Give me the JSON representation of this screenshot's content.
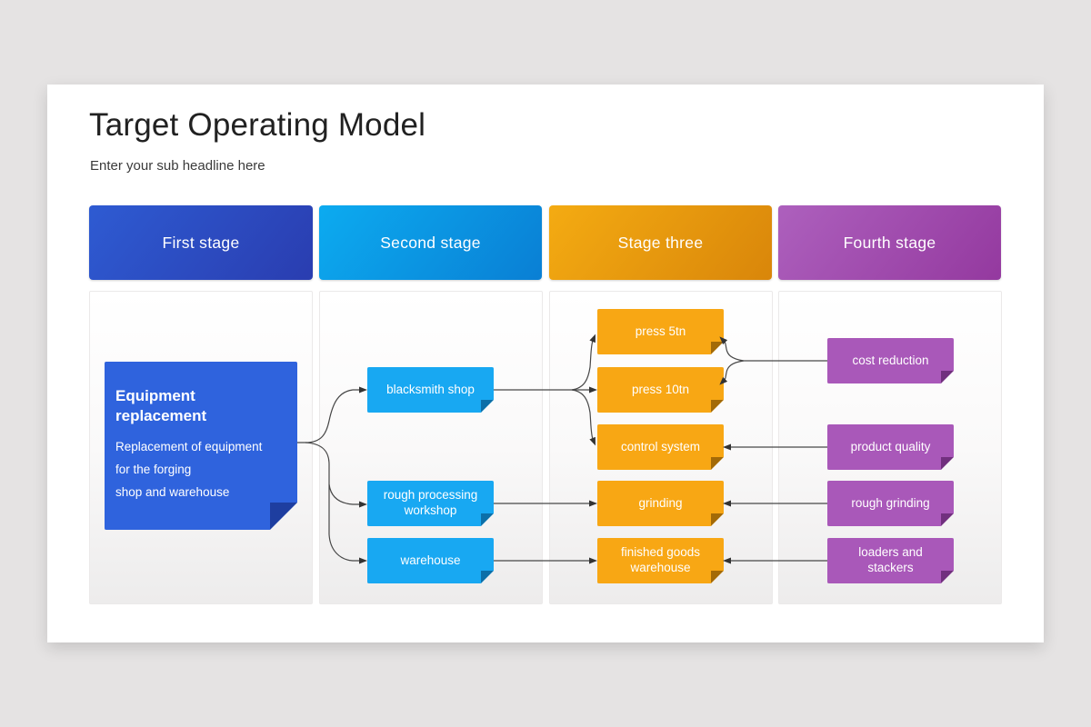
{
  "slide": {
    "title": "Target Operating Model",
    "subtitle": "Enter your sub headline here"
  },
  "stages": [
    {
      "label": "First stage"
    },
    {
      "label": "Second stage"
    },
    {
      "label": "Stage three"
    },
    {
      "label": "Fourth stage"
    }
  ],
  "nodes": {
    "equipment": {
      "title": "Equipment replacement",
      "body_lines": [
        "Replacement of equipment",
        "for the forging",
        "shop and warehouse"
      ]
    },
    "stage2": [
      "blacksmith shop",
      "rough processing workshop",
      "warehouse"
    ],
    "stage3": [
      "press 5tn",
      "press 10tn",
      "control system",
      "grinding",
      "finished goods warehouse"
    ],
    "stage4": [
      "cost reduction",
      "product quality",
      "rough grinding",
      "loaders and stackers"
    ]
  },
  "colors": {
    "stage1": "#2e5bd2",
    "stage1_dark": "#2a3db0",
    "stage2": "#0cabf0",
    "stage2_dark": "#0a7fd4",
    "stage3": "#f4ab12",
    "stage3_dark": "#d9860a",
    "stage4": "#ad60bd",
    "stage4_dark": "#94399f",
    "node1": "#2f63dd",
    "node1_fold": "#1e3ea0",
    "node2": "#18a8f2",
    "node2_fold": "#0c6fa8",
    "node3": "#f8a714",
    "node3_fold": "#a36a07",
    "node4": "#a958b9",
    "node4_fold": "#71307e",
    "arrow": "#474747",
    "background": "#e5e3e3",
    "card": "#ffffff"
  }
}
